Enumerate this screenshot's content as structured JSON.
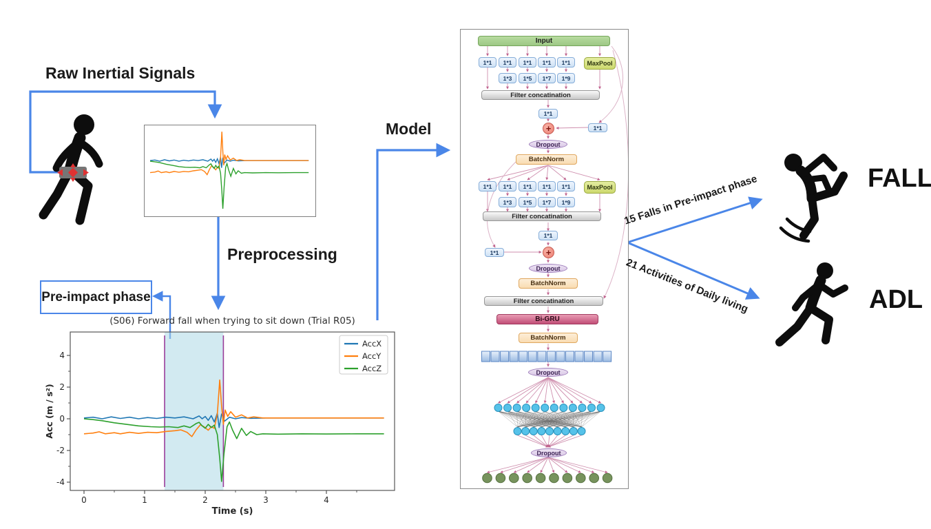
{
  "labels": {
    "raw_signals": "Raw Inertial Signals",
    "preprocessing": "Preprocessing",
    "model": "Model",
    "preimpact": "Pre-impact phase",
    "fall_class": "FALL",
    "adl_class": "ADL",
    "fall_arrow": "15 Falls in Pre-impact phase",
    "adl_arrow": "21 Activities of Daily living"
  },
  "icons": {
    "walker": "walking-person-with-waist-sensor",
    "fall": "falling-person",
    "run": "running-person"
  },
  "colors": {
    "arrow_blue": "#4a86e8",
    "connector_pink": "#c0648f",
    "vline_purple": "#993d99",
    "span_fill": "#add8e6",
    "accx": "#1f77b4",
    "accy": "#ff7f0e",
    "accz": "#2ca02c"
  },
  "model": {
    "labels": {
      "input": "Input",
      "maxpool": "MaxPool",
      "concat": "Filter concatination",
      "dropout": "Dropout",
      "batchnorm": "BatchNorm",
      "bigru": "Bi-GRU",
      "conv1": "1*1",
      "plus": "+"
    },
    "conv1_row": [
      "1*1",
      "1*1",
      "1*1",
      "1*1",
      "1*1"
    ],
    "convn_row": [
      "1*3",
      "1*5",
      "1*7",
      "1*9"
    ],
    "flatten_cells": 14,
    "dense1_units": 12,
    "dense2_units": 9,
    "output_units": 10
  },
  "chart_data": {
    "type": "line",
    "title": "(S06) Forward fall when trying to sit down (Trial R05)",
    "xlabel": "Time (s)",
    "ylabel": "Acc (m / s²)",
    "xlim": [
      -0.23,
      5.13
    ],
    "ylim": [
      -4.6,
      5.5
    ],
    "xticks": [
      0,
      1,
      2,
      3,
      4
    ],
    "xminors": [
      0.5,
      1.5,
      2.5,
      3.5,
      4.5
    ],
    "yticks": [
      -4,
      -2,
      0,
      2,
      4
    ],
    "yminors": [
      -3,
      -1,
      1,
      3
    ],
    "grid": false,
    "legend_position": "upper right",
    "shaded_span": {
      "from": 1.33,
      "to": 2.3,
      "color": "#add8e6",
      "opacity": 0.55
    },
    "vlines": {
      "xs": [
        1.33,
        2.3
      ],
      "color": "#993d99"
    },
    "series": [
      {
        "name": "AccX",
        "color": "#1f77b4",
        "points": [
          [
            0,
            0.05
          ],
          [
            0.15,
            0.1
          ],
          [
            0.3,
            0.0
          ],
          [
            0.45,
            0.12
          ],
          [
            0.6,
            0.02
          ],
          [
            0.75,
            0.1
          ],
          [
            0.9,
            0.0
          ],
          [
            1.05,
            0.08
          ],
          [
            1.2,
            0.02
          ],
          [
            1.35,
            0.1
          ],
          [
            1.5,
            0.05
          ],
          [
            1.65,
            0.12
          ],
          [
            1.8,
            0.0
          ],
          [
            1.9,
            0.18
          ],
          [
            1.95,
            0.0
          ],
          [
            2.0,
            0.15
          ],
          [
            2.05,
            -0.1
          ],
          [
            2.1,
            0.2
          ],
          [
            2.15,
            -0.2
          ],
          [
            2.2,
            0.35
          ],
          [
            2.23,
            -0.55
          ],
          [
            2.27,
            0.3
          ],
          [
            2.32,
            -0.15
          ],
          [
            2.4,
            0.1
          ],
          [
            2.5,
            0.0
          ],
          [
            2.6,
            0.08
          ],
          [
            2.75,
            0.03
          ],
          [
            3.0,
            0.05
          ],
          [
            3.5,
            0.05
          ],
          [
            4.0,
            0.05
          ],
          [
            4.5,
            0.05
          ],
          [
            4.95,
            0.05
          ]
        ]
      },
      {
        "name": "AccY",
        "color": "#ff7f0e",
        "points": [
          [
            0,
            -0.95
          ],
          [
            0.15,
            -0.9
          ],
          [
            0.25,
            -0.82
          ],
          [
            0.35,
            -0.95
          ],
          [
            0.5,
            -0.88
          ],
          [
            0.6,
            -0.95
          ],
          [
            0.75,
            -0.85
          ],
          [
            0.9,
            -0.92
          ],
          [
            1.05,
            -0.85
          ],
          [
            1.2,
            -0.88
          ],
          [
            1.35,
            -0.8
          ],
          [
            1.5,
            -0.75
          ],
          [
            1.6,
            -0.7
          ],
          [
            1.7,
            -0.85
          ],
          [
            1.78,
            -1.12
          ],
          [
            1.85,
            -0.7
          ],
          [
            1.92,
            -0.38
          ],
          [
            1.98,
            -0.5
          ],
          [
            2.05,
            -0.72
          ],
          [
            2.1,
            -0.5
          ],
          [
            2.15,
            -0.6
          ],
          [
            2.2,
            0.3
          ],
          [
            2.24,
            2.45
          ],
          [
            2.27,
            0.8
          ],
          [
            2.3,
            -0.35
          ],
          [
            2.33,
            0.55
          ],
          [
            2.37,
            0.15
          ],
          [
            2.42,
            0.45
          ],
          [
            2.5,
            0.1
          ],
          [
            2.6,
            0.25
          ],
          [
            2.7,
            0.05
          ],
          [
            2.8,
            0.12
          ],
          [
            2.95,
            0.05
          ],
          [
            3.2,
            0.05
          ],
          [
            3.6,
            0.05
          ],
          [
            4.0,
            0.05
          ],
          [
            4.5,
            0.05
          ],
          [
            4.95,
            0.05
          ]
        ]
      },
      {
        "name": "AccZ",
        "color": "#2ca02c",
        "points": [
          [
            0,
            0.0
          ],
          [
            0.15,
            -0.05
          ],
          [
            0.3,
            -0.12
          ],
          [
            0.5,
            -0.25
          ],
          [
            0.7,
            -0.35
          ],
          [
            0.9,
            -0.45
          ],
          [
            1.1,
            -0.5
          ],
          [
            1.25,
            -0.52
          ],
          [
            1.4,
            -0.5
          ],
          [
            1.55,
            -0.55
          ],
          [
            1.65,
            -0.45
          ],
          [
            1.75,
            -0.55
          ],
          [
            1.85,
            -0.3
          ],
          [
            1.9,
            -0.22
          ],
          [
            1.95,
            -0.45
          ],
          [
            2.0,
            -0.6
          ],
          [
            2.05,
            -0.35
          ],
          [
            2.1,
            -0.55
          ],
          [
            2.15,
            -0.4
          ],
          [
            2.2,
            -1.0
          ],
          [
            2.24,
            -2.5
          ],
          [
            2.27,
            -3.95
          ],
          [
            2.31,
            -2.2
          ],
          [
            2.36,
            -0.5
          ],
          [
            2.4,
            -0.2
          ],
          [
            2.45,
            -0.7
          ],
          [
            2.52,
            -1.25
          ],
          [
            2.6,
            -0.6
          ],
          [
            2.68,
            -1.05
          ],
          [
            2.75,
            -0.8
          ],
          [
            2.85,
            -1.0
          ],
          [
            2.95,
            -0.95
          ],
          [
            3.2,
            -0.97
          ],
          [
            3.6,
            -0.95
          ],
          [
            4.0,
            -0.96
          ],
          [
            4.5,
            -0.95
          ],
          [
            4.95,
            -0.95
          ]
        ]
      }
    ]
  }
}
